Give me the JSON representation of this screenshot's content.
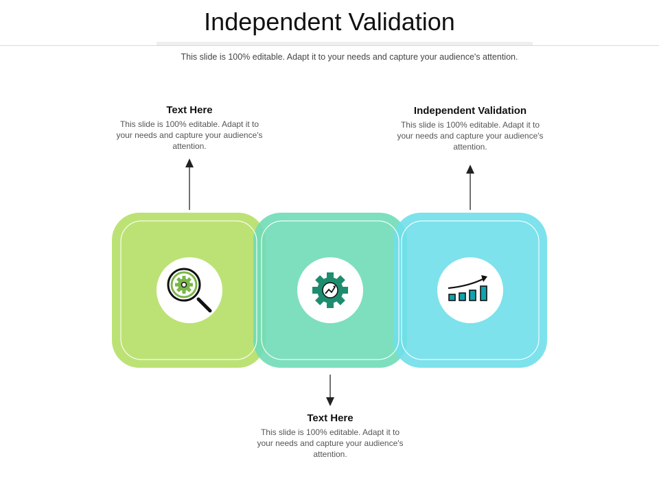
{
  "slide": {
    "title": "Independent Validation",
    "subtitle": "This slide is 100% editable. Adapt it to your needs and capture your audience's attention."
  },
  "callouts": [
    {
      "heading": "Text Here",
      "body": "This slide is 100% editable. Adapt it to your needs and capture your audience's attention."
    },
    {
      "heading": "Text Here",
      "body": "This slide is 100% editable. Adapt it to your needs and capture your audience's attention."
    },
    {
      "heading": "Independent Validation",
      "body": "This slide is 100% editable. Adapt it to your needs and capture your audience's attention."
    }
  ],
  "colors": {
    "box1": "#b8e06e",
    "box2": "#6fdcb7",
    "box3": "#6fdfea",
    "icon_dark": "#111111",
    "icon_green": "#7ab648",
    "icon_teal": "#1e8c6e",
    "icon_cyan": "#11a3ad"
  },
  "icons": [
    "magnifier-gear-icon",
    "gear-chart-icon",
    "growth-bar-chart-icon"
  ]
}
